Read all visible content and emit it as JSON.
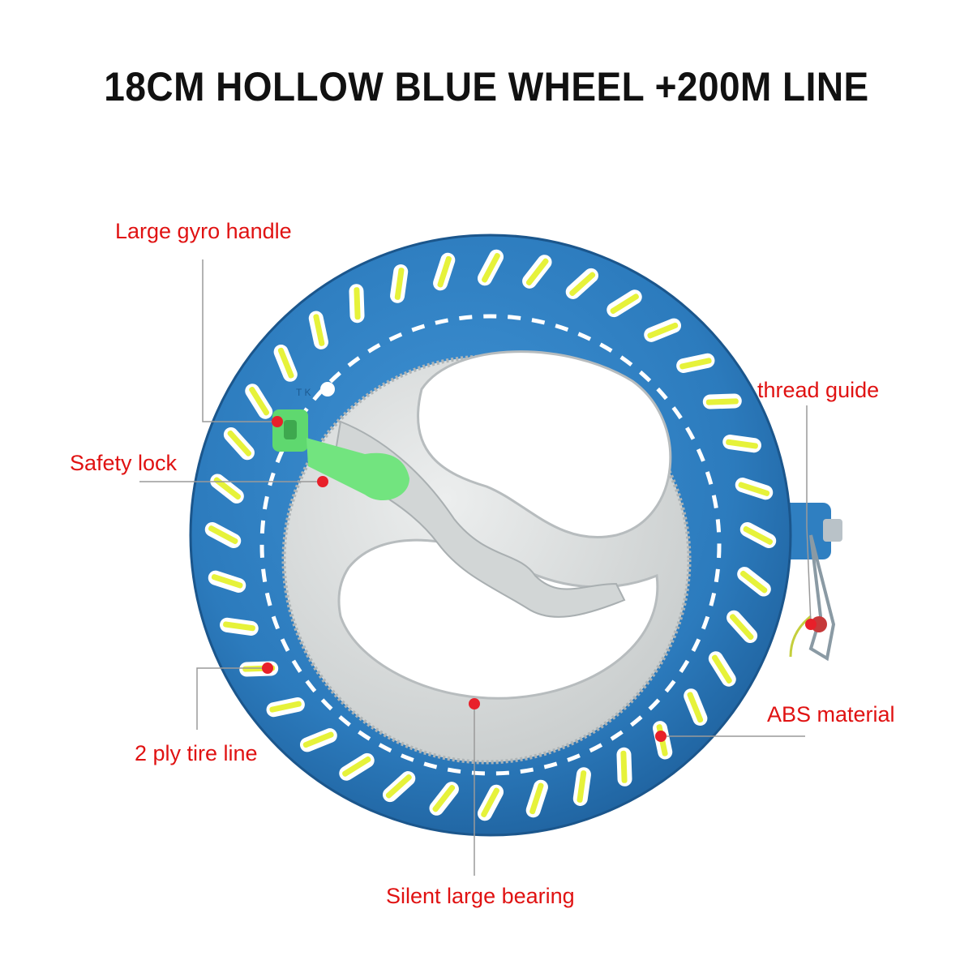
{
  "title": "18CM HOLLOW BLUE WHEEL +200M LINE",
  "colors": {
    "wheel_blue": "#2f7fc1",
    "wheel_dark": "#1f5f9a",
    "inner_gray": "#d9dcdc",
    "lock_green": "#69e27a",
    "line_yellow": "#e6f23a",
    "label_red": "#e01212",
    "dot_red": "#e8202a"
  },
  "callouts": {
    "gyro_handle": "Large gyro handle",
    "thread_guide": "thread guide",
    "safety_lock": "Safety lock",
    "abs_material": "ABS material",
    "ply_line": "2 ply tire line",
    "bearing": "Silent large bearing"
  },
  "rim_marking": "T K"
}
